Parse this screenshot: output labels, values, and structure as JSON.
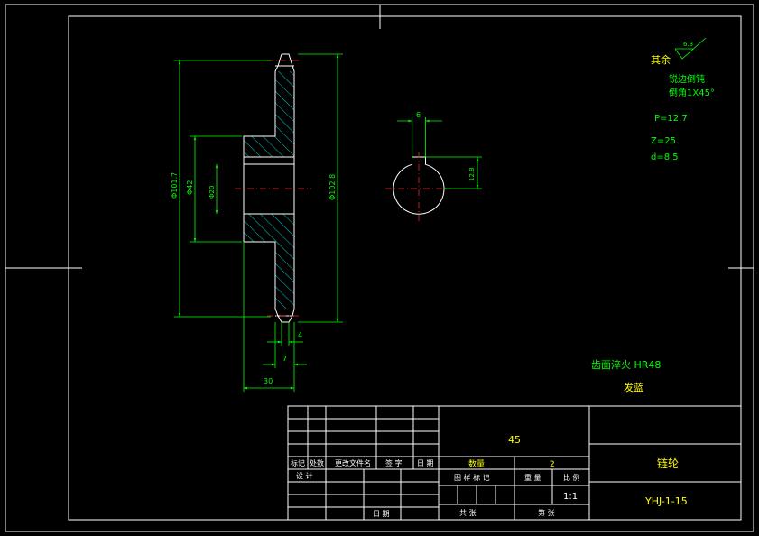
{
  "notes": {
    "rough_remaining": "其余",
    "rough_value": "6.3",
    "chamfer_line1": "锐边倒钝",
    "chamfer_line2": "倒角1X45°",
    "pitch": "P=12.7",
    "teeth": "Z=25",
    "roller_dia": "d=8.5",
    "heat_treatment": "齿面淬火 HR48",
    "finish": "发蓝"
  },
  "dimensions": {
    "overall_dia": "Φ101.7",
    "hub_dia": "Φ42",
    "bore_dia": "Φ20",
    "root_dia": "Φ102.8",
    "tooth_width": "4",
    "rim_width": "7",
    "hub_width": "30",
    "keyway_width": "6",
    "keyway_depth": "12.8"
  },
  "title_block": {
    "material": "45",
    "quantity_label": "数量",
    "quantity_value": "2",
    "part_name": "链轮",
    "drawing_no": "YHJ-1-15",
    "scale_value": "1:1",
    "headers": [
      "标记",
      "处数",
      "更改文件名",
      "签 字",
      "日 期"
    ],
    "design_label": "设 计",
    "date_label": "日 期",
    "stage_mark_label": "图 样 标 记",
    "weight_label": "重 量",
    "scale_label": "比 例",
    "sheets_label": "共  张",
    "sheet_label": "第  张"
  }
}
